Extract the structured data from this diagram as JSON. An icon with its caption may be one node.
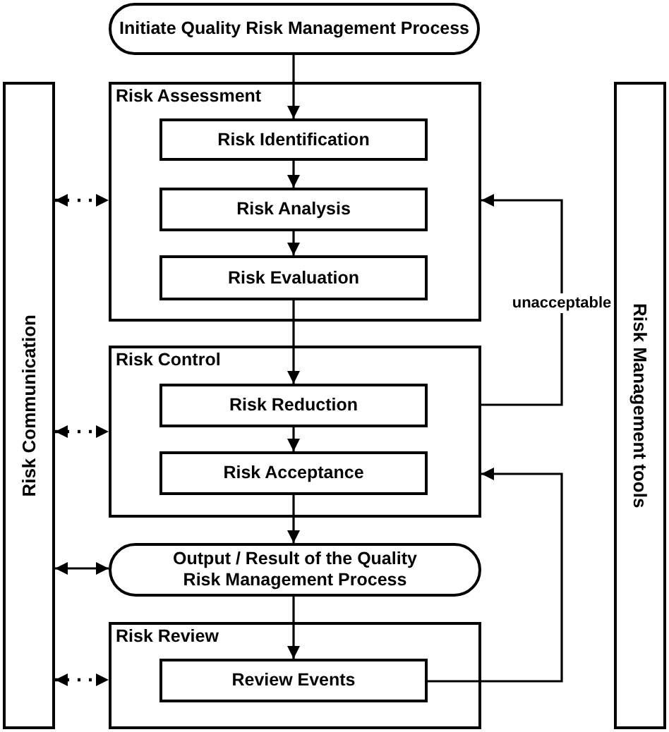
{
  "diagram": {
    "nodes": [
      {
        "text": [
          "Initiate Quality Risk Management Process"
        ]
      },
      {
        "text": [
          "Risk Communication"
        ]
      },
      {
        "text": [
          "Risk Assessment"
        ]
      },
      {
        "text": [
          "Risk Identification"
        ],
        "in": 2
      },
      {
        "text": [
          "Risk Analysis"
        ],
        "in": 2
      },
      {
        "text": [
          "Risk Evaluation"
        ],
        "in": 2
      },
      {
        "text": [
          "Risk Control"
        ]
      },
      {
        "text": [
          "Risk Reduction"
        ],
        "in": 6
      },
      {
        "text": [
          "Risk Acceptance"
        ],
        "in": 6
      },
      {
        "text": [
          "Output / Result of the Quality Risk Management Process"
        ]
      },
      {
        "text": [
          "Risk Review"
        ]
      },
      {
        "text": [
          "Review Events"
        ],
        "in": 10
      },
      {
        "text": [
          "Risk Management tools"
        ]
      }
    ],
    "edges": [
      {
        "from": 0,
        "to": 3,
        "arrow": "to"
      },
      {
        "from": 3,
        "to": 4,
        "arrow": "to"
      },
      {
        "from": 4,
        "to": 5,
        "arrow": "to"
      },
      {
        "from": 5,
        "to": 7,
        "arrow": "to"
      },
      {
        "from": 7,
        "to": 8,
        "arrow": "to"
      },
      {
        "from": 8,
        "to": 9,
        "arrow": "to"
      },
      {
        "from": 9,
        "to": 11,
        "arrow": "to"
      },
      {
        "from": 6,
        "to": 2,
        "arrow": "to",
        "label": "unacceptable"
      },
      {
        "from": 11,
        "to": 6,
        "arrow": "to"
      },
      {
        "from": 1,
        "to": 2,
        "arrow": "both",
        "style": "dashed"
      },
      {
        "from": 1,
        "to": 6,
        "arrow": "both",
        "style": "dashed"
      },
      {
        "from": 1,
        "to": 9,
        "arrow": "both"
      },
      {
        "from": 1,
        "to": 10,
        "arrow": "both",
        "style": "dashed"
      }
    ]
  }
}
